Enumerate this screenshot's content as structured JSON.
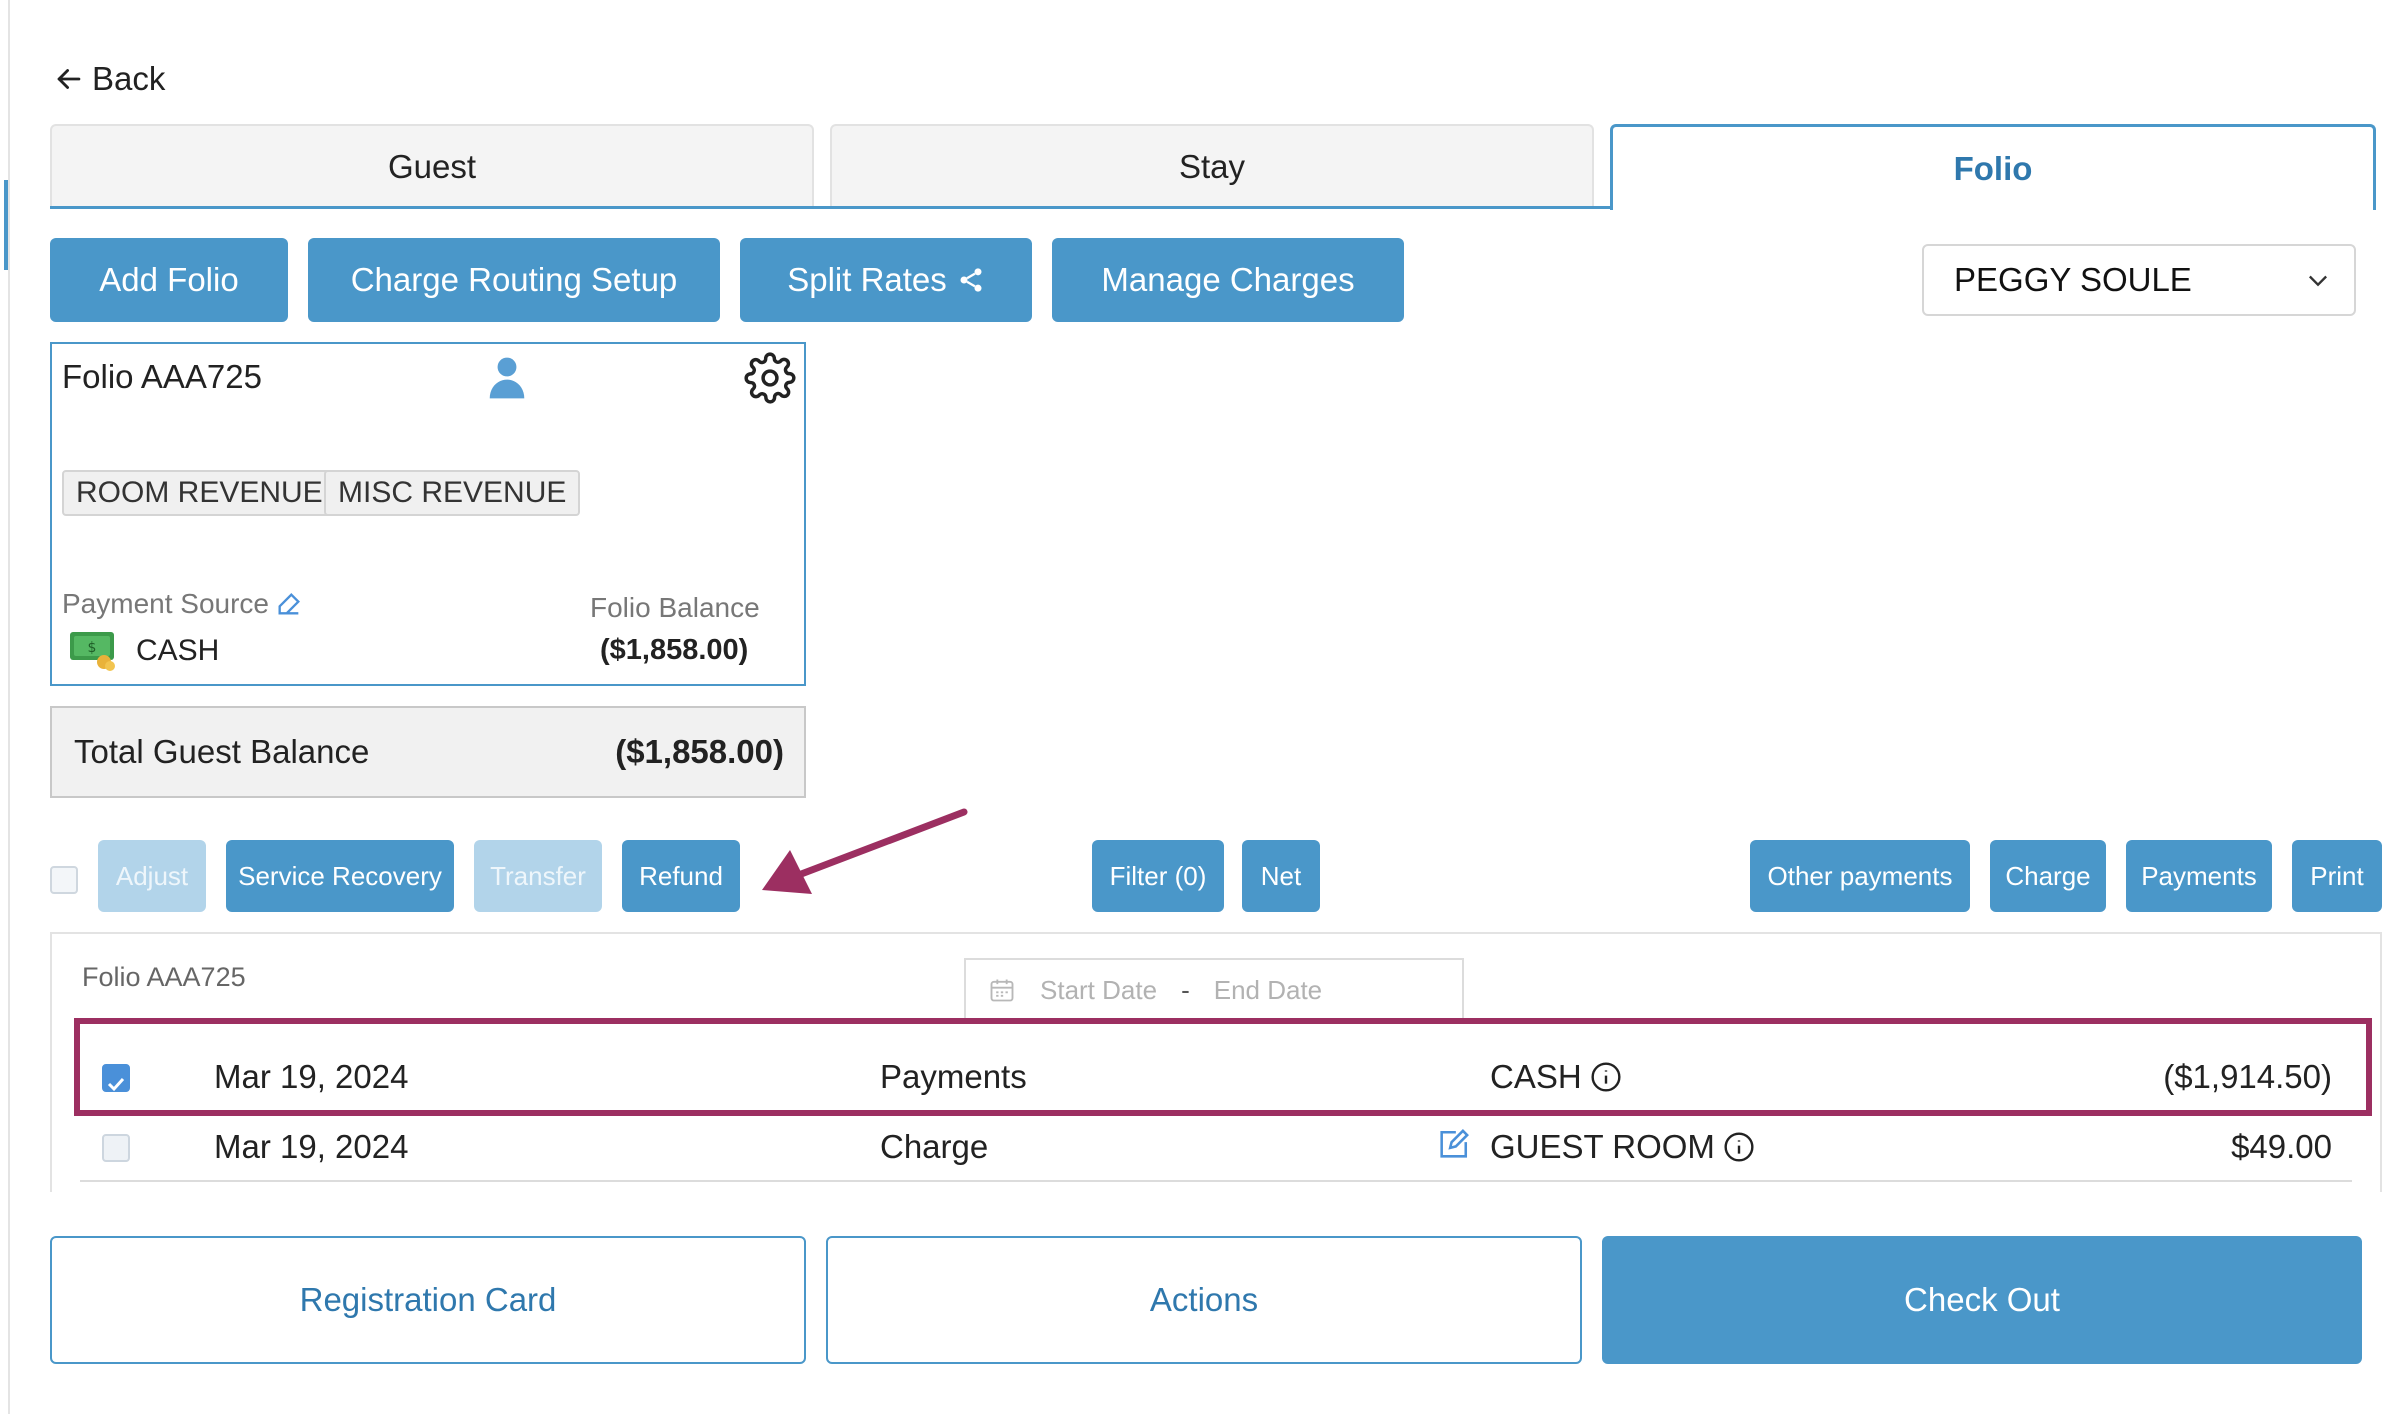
{
  "back_label": "Back",
  "tabs": [
    {
      "label": "Guest"
    },
    {
      "label": "Stay"
    },
    {
      "label": "Folio"
    }
  ],
  "actions": {
    "add_folio": "Add Folio",
    "charge_routing": "Charge Routing Setup",
    "split_rates": "Split Rates",
    "manage_charges": "Manage Charges"
  },
  "guest_select": {
    "value": "PEGGY SOULE"
  },
  "folio_card": {
    "title": "Folio AAA725",
    "tags": [
      "ROOM REVENUE",
      "MISC REVENUE"
    ],
    "payment_source_label": "Payment Source",
    "payment_source_value": "CASH",
    "folio_balance_label": "Folio Balance",
    "folio_balance_value": "($1,858.00)"
  },
  "total_guest_balance": {
    "label": "Total Guest Balance",
    "value": "($1,858.00)"
  },
  "toolbar": {
    "adjust": "Adjust",
    "service_recovery": "Service Recovery",
    "transfer": "Transfer",
    "refund": "Refund",
    "filter": "Filter (0)",
    "net": "Net",
    "other_payments": "Other payments",
    "charge": "Charge",
    "payments": "Payments",
    "print": "Print"
  },
  "transactions": {
    "title": "Folio AAA725",
    "start_date_placeholder": "Start Date",
    "date_separator": "-",
    "end_date_placeholder": "End Date",
    "rows": [
      {
        "date": "Mar 19, 2024",
        "type": "Payments",
        "description": "CASH",
        "amount": "($1,914.50)",
        "checked": true
      },
      {
        "date": "Mar 19, 2024",
        "type": "Charge",
        "description": "GUEST ROOM",
        "amount": "$49.00",
        "checked": false
      }
    ]
  },
  "bottom": {
    "registration_card": "Registration Card",
    "actions": "Actions",
    "check_out": "Check Out"
  },
  "colors": {
    "accent": "#4a97c9",
    "highlight": "#9c2f61",
    "cash_green": "#3c9a4a"
  }
}
